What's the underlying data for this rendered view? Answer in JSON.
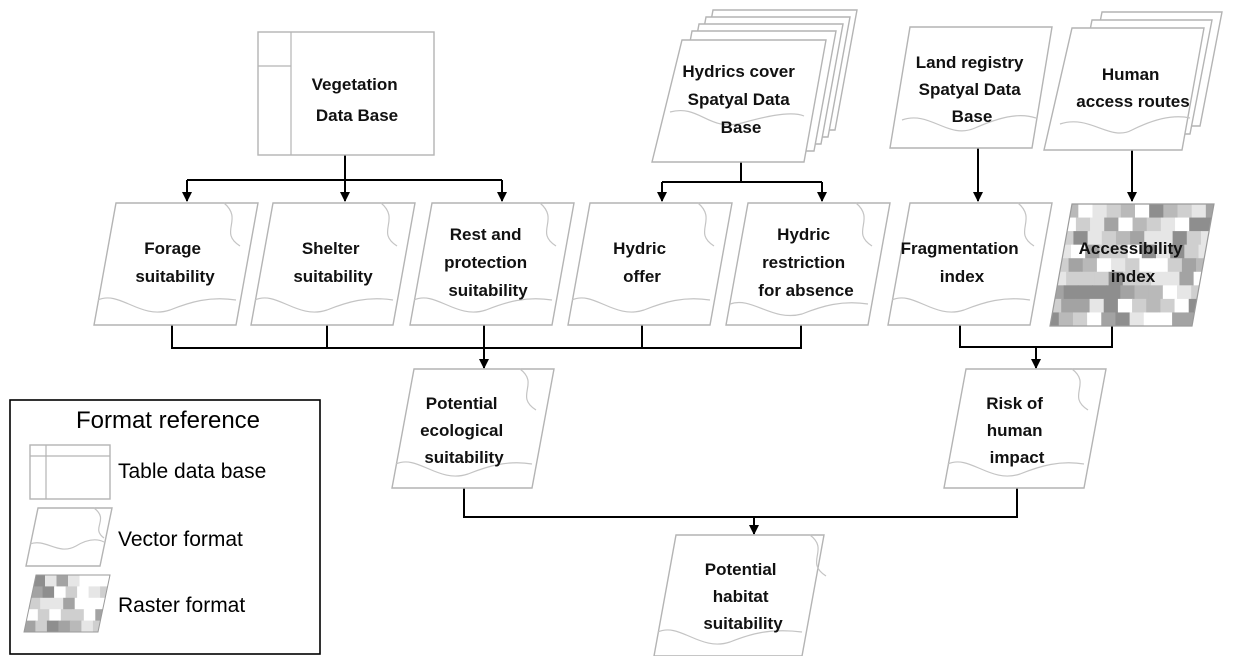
{
  "nodes": {
    "vegetation": [
      "Vegetation",
      "Data Base"
    ],
    "hydrics": [
      "Hydrics cover",
      "Spatyal  Data",
      "Base"
    ],
    "land": [
      "Land registry",
      "Spatyal Data",
      "Base"
    ],
    "human": [
      "Human",
      "access routes"
    ],
    "forage": [
      "Forage",
      "suitability"
    ],
    "shelter": [
      "Shelter",
      "suitability"
    ],
    "rest": [
      "Rest and",
      "protection",
      "suitability"
    ],
    "hydric_offer": [
      "Hydric",
      "offer"
    ],
    "hydric_restriction": [
      "Hydric",
      "restriction",
      "for absence"
    ],
    "fragmentation": [
      "Fragmentation",
      "index"
    ],
    "accessibility": [
      "Accessibility",
      "index"
    ],
    "potential_ecological": [
      "Potential",
      "ecological",
      "suitability"
    ],
    "risk": [
      "Risk of",
      "human",
      "impact"
    ],
    "potential_habitat": [
      "Potential",
      "habitat",
      "suitability"
    ]
  },
  "legend": {
    "title": "Format reference",
    "table_label": "Table data base",
    "vector_label": "Vector format",
    "raster_label": "Raster format"
  },
  "colors": {
    "border": "#b4b4b4",
    "arrow": "#000000",
    "raster_shades": [
      "#ffffff",
      "#e6e6e6",
      "#cfcfcf",
      "#b9b9b9",
      "#a3a3a3",
      "#8e8e8e"
    ]
  }
}
